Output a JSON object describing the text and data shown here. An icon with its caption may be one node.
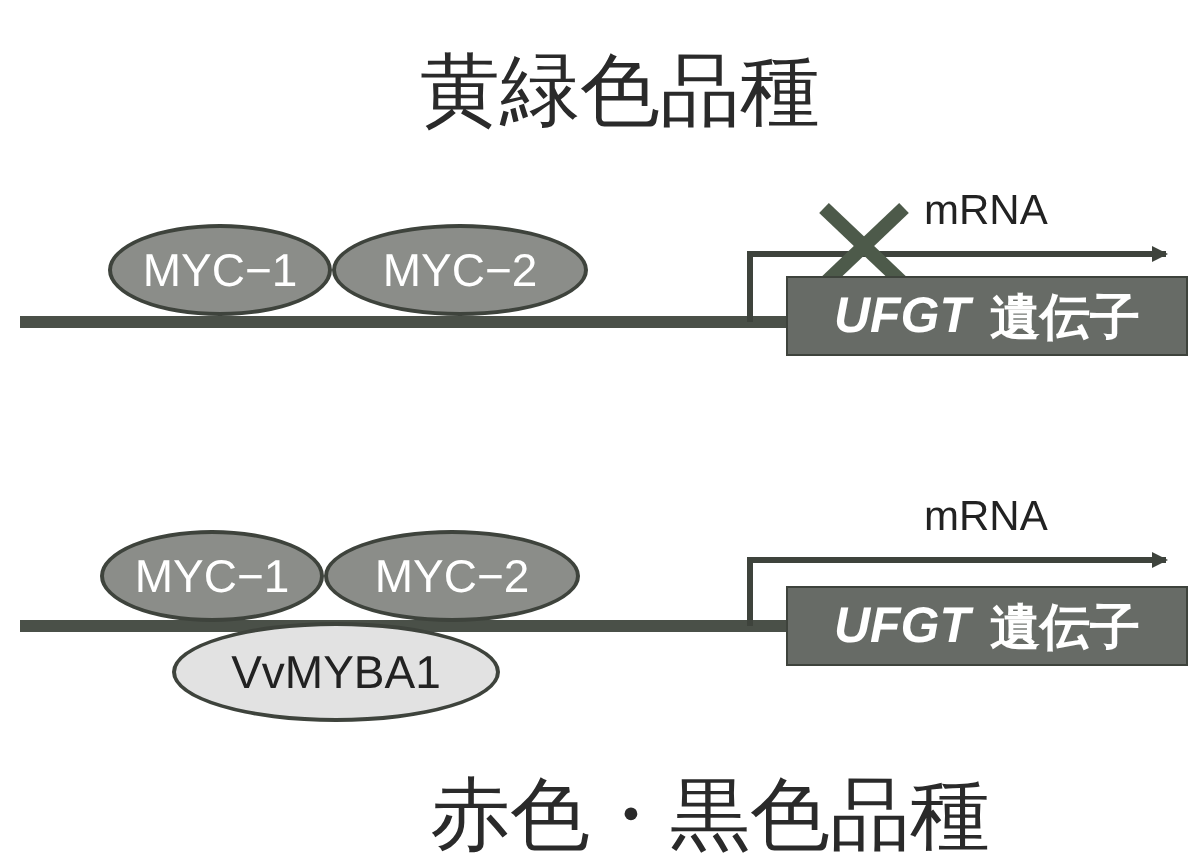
{
  "diagram": {
    "nodes": [
      {
        "text": [
          "MYC−1"
        ]
      },
      {
        "text": [
          "MYC−2"
        ]
      },
      {
        "text": [
          "*UFGT* 遺伝子"
        ]
      },
      {
        "text": [
          "MYC−1"
        ]
      },
      {
        "text": [
          "MYC−2"
        ]
      },
      {
        "text": [
          "VvMYBA1"
        ]
      },
      {
        "text": [
          "*UFGT* 遺伝子"
        ]
      }
    ],
    "labels": [
      "黄緑色品種",
      "mRNA",
      "mRNA",
      "赤色・黒色品種"
    ]
  }
}
